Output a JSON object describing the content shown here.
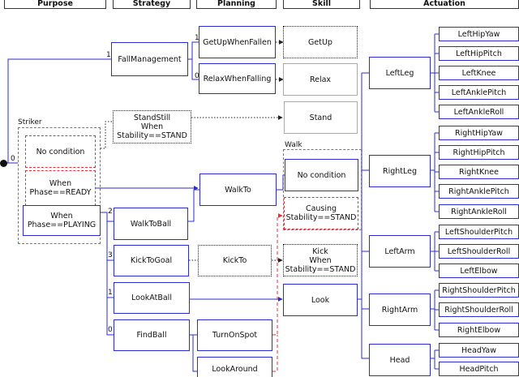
{
  "headers": {
    "purpose": "Purpose",
    "strategy": "Strategy",
    "planning": "Planning",
    "skill": "Skill",
    "actuation": "Actuation"
  },
  "regions": {
    "striker": "Striker",
    "walk": "Walk"
  },
  "purpose": {
    "no_condition": "No condition",
    "when_ready": "When\nPhase==READY",
    "when_playing": "When\nPhase==PLAYING"
  },
  "strategy": {
    "fall_management": "FallManagement",
    "stand_still": "StandStill\nWhen\nStability==STAND",
    "walk_to_ball": "WalkToBall",
    "kick_to_goal": "KickToGoal",
    "look_at_ball": "LookAtBall",
    "find_ball": "FindBall"
  },
  "planning": {
    "get_up_when_fallen": "GetUpWhenFallen",
    "relax_when_falling": "RelaxWhenFalling",
    "walk_to": "WalkTo",
    "kick_to": "KickTo",
    "turn_on_spot": "TurnOnSpot",
    "look_around": "LookAround"
  },
  "skill": {
    "get_up": "GetUp",
    "relax": "Relax",
    "stand": "Stand",
    "no_condition": "No condition",
    "causing_stand": "Causing\nStability==STAND",
    "kick_when_stand": "Kick\nWhen\nStability==STAND",
    "look": "Look"
  },
  "actuation": {
    "left_leg": "LeftLeg",
    "right_leg": "RightLeg",
    "left_arm": "LeftArm",
    "right_arm": "RightArm",
    "head": "Head",
    "left_hip_yaw": "LeftHipYaw",
    "left_hip_pitch": "LeftHipPitch",
    "left_knee": "LeftKnee",
    "left_ankle_pitch": "LeftAnklePitch",
    "left_ankle_roll": "LeftAnkleRoll",
    "right_hip_yaw": "RightHipYaw",
    "right_hip_pitch": "RightHipPitch",
    "right_knee": "RightKnee",
    "right_ankle_pitch": "RightAnklePitch",
    "right_ankle_roll": "RightAnkleRoll",
    "left_shoulder_pitch": "LeftShoulderPitch",
    "left_shoulder_roll": "LeftShoulderRoll",
    "left_elbow": "LeftElbow",
    "right_shoulder_pitch": "RightShoulderPitch",
    "right_shoulder_roll": "RightShoulderRoll",
    "right_elbow": "RightElbow",
    "head_yaw": "HeadYaw",
    "head_pitch": "HeadPitch"
  },
  "priorities": {
    "root_fall": "1",
    "root_striker": "0",
    "fall_getup": "1",
    "fall_relax": "0",
    "playing_walk": "2",
    "playing_kick": "3",
    "playing_look": "1",
    "playing_find": "0"
  },
  "colors": {
    "solid_edge": "#2b2bd6",
    "dotted_edge": "#222222",
    "red_dashed_edge": "#e0303a",
    "region_border": "#777777"
  }
}
